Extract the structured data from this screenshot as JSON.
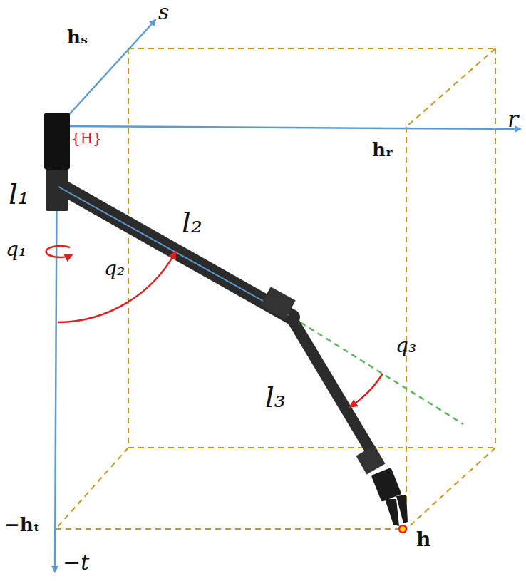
{
  "diagram": {
    "labels": [
      "s",
      "hₛ",
      "{H}",
      "r",
      "hᵣ",
      "l₁",
      "l₂",
      "l₃",
      "q₁",
      "q₂",
      "q₃",
      "−hₜ",
      "h",
      "−t"
    ]
  }
}
